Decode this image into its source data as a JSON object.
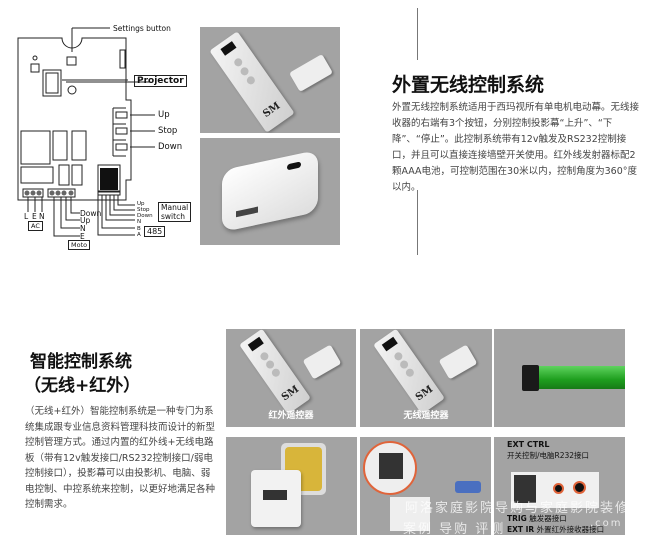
{
  "diagram": {
    "settings_button": "Settings button",
    "projector": "Projector",
    "up": "Up",
    "stop": "Stop",
    "down": "Down",
    "manual_switch_1": "Manual",
    "manual_switch_2": "switch",
    "rs485": "485",
    "ac": "AC",
    "moto": "Moto",
    "ac_pins": [
      "L",
      "E",
      "N"
    ],
    "moto_pins": [
      "Down",
      "Up",
      "N",
      "E"
    ],
    "switch_pins": [
      "Up",
      "Stop",
      "Down",
      "N"
    ],
    "rs485_pins": [
      "B",
      "A"
    ]
  },
  "section1": {
    "title": "外置无线控制系统",
    "body": "外置无线控制系统适用于西玛视所有单电机电动幕。无线接收器的右端有3个按钮，分别控制投影幕“上升”、“下降”、“停止”。此控制系统带有12v触发及RS232控制接口，并且可以直接连接墙壁开关使用。红外线发射器标配2颗AAA电池，可控制范围在30米以内，控制角度为360°度以内。"
  },
  "section2": {
    "title_line1": "智能控制系统",
    "title_line2": "（无线+红外）",
    "body": "（无线+红外）智能控制系统是一种专门为系统集成跟专业信息资料管理科技而设计的新型控制管理方式。通过内置的红外线+无线电路板（带有12v触发接口/RS232控制接口/弱电控制接口），投影幕可以由投影机、电脑、弱电控制、中控系统来控制，以更好地满足各种控制需求。"
  },
  "panels": {
    "ir_remote": "红外遥控器",
    "wireless_remote": "无线遥控器",
    "remote_logo": "SM",
    "ext_ctrl": "EXT CTRL",
    "ext_ctrl_desc": "开关控制/电脑R232接口",
    "trig": "TRIG",
    "trig_desc": "触发器接口",
    "ext_ir": "EXT IR",
    "ext_ir_desc": "外置红外接收器接口"
  },
  "watermark": {
    "line1": "阿洛家庭影院导购与家庭影院装修网",
    "line2": "案例 导购 评测",
    "domain": ".com"
  }
}
